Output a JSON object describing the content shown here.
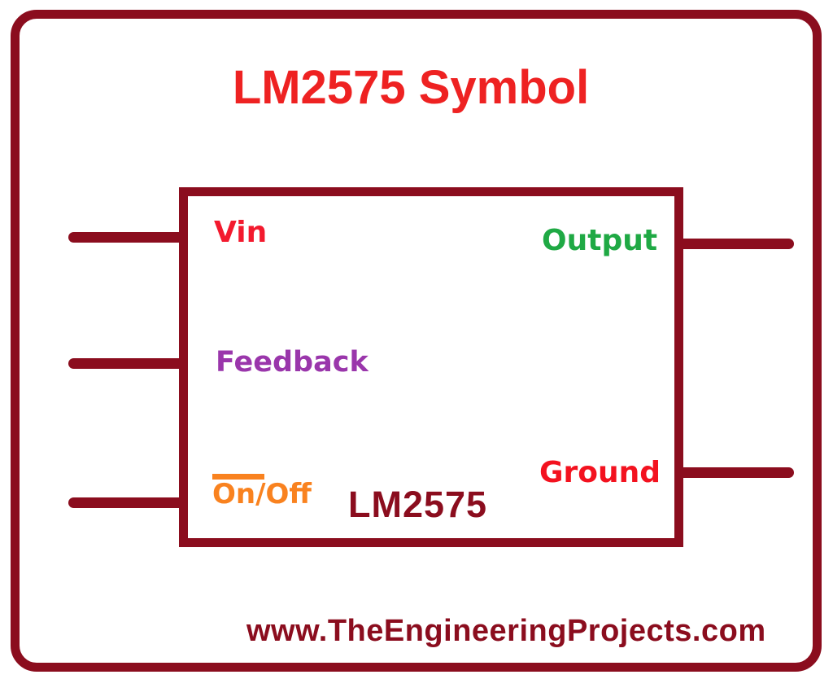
{
  "title": "LM2575 Symbol",
  "chip": {
    "name": "LM2575",
    "pins_left": [
      {
        "label": "Vin",
        "color": "#f31a2e"
      },
      {
        "label": "Feedback",
        "color": "#9a36ab"
      },
      {
        "label_overlined": "On",
        "label_rest": "/Off",
        "color": "#f9821f"
      }
    ],
    "pins_right": [
      {
        "label": "Output",
        "color": "#1fa944"
      },
      {
        "label": "Ground",
        "color": "#f3121f"
      }
    ]
  },
  "footer": "www.TheEngineeringProjects.com",
  "colors": {
    "maroon": "#8b0d1e",
    "title_red": "#ee2222",
    "background": "#ffffff"
  }
}
